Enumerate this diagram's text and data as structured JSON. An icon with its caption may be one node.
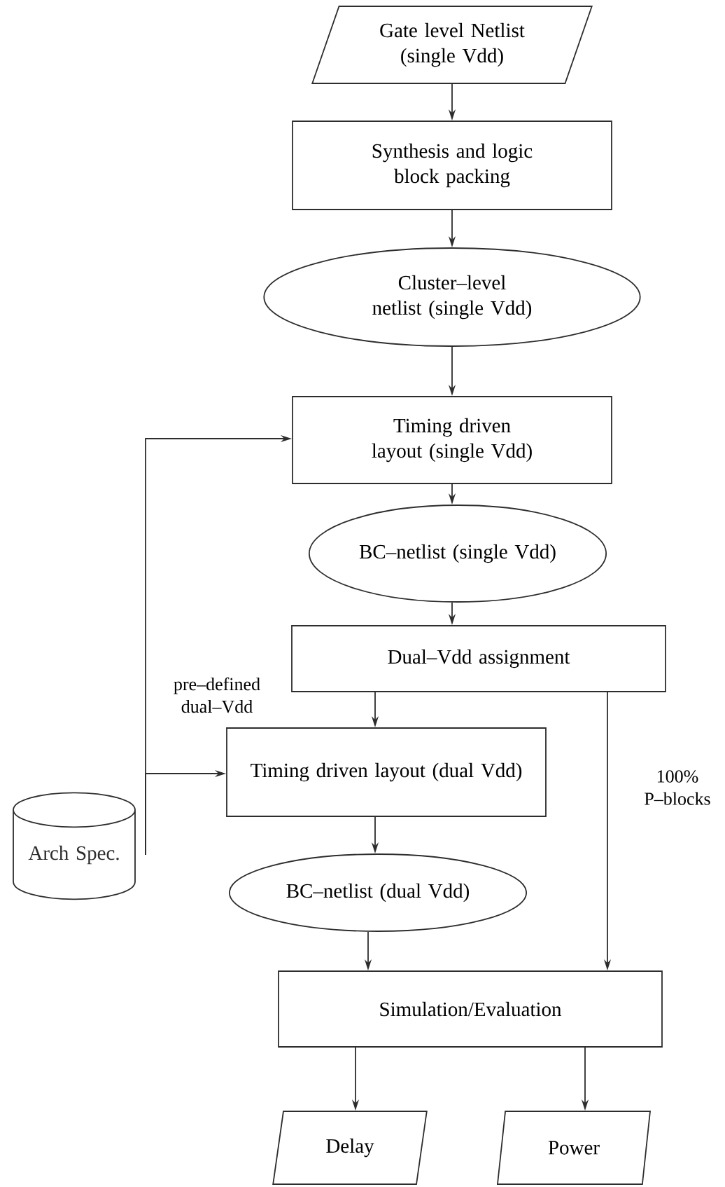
{
  "diagram": {
    "nodes": [
      {
        "text": [
          "Gate level Netlist (single Vdd)"
        ]
      },
      {
        "text": [
          "Synthesis and logic block packing"
        ]
      },
      {
        "text": [
          "Cluster–level netlist (single Vdd)"
        ]
      },
      {
        "text": [
          "Timing driven layout (single Vdd)"
        ]
      },
      {
        "text": [
          "BC–netlist (single Vdd)"
        ]
      },
      {
        "text": [
          "Dual–Vdd assignment"
        ]
      },
      {
        "text": [
          "Timing driven layout (dual Vdd)"
        ]
      },
      {
        "text": [
          "Arch Spec."
        ]
      },
      {
        "text": [
          "BC–netlist (dual Vdd)"
        ]
      },
      {
        "text": [
          "Simulation/Evaluation"
        ]
      },
      {
        "text": [
          "Delay"
        ]
      },
      {
        "text": [
          "Power"
        ]
      }
    ],
    "edges": [
      {
        "from": 0,
        "to": 1,
        "arrow": "to"
      },
      {
        "from": 1,
        "to": 2,
        "arrow": "to"
      },
      {
        "from": 2,
        "to": 3,
        "arrow": "to"
      },
      {
        "from": 3,
        "to": 4,
        "arrow": "to"
      },
      {
        "from": 4,
        "to": 5,
        "arrow": "to"
      },
      {
        "from": 5,
        "to": 6,
        "arrow": "to"
      },
      {
        "from": 6,
        "to": 8,
        "arrow": "to"
      },
      {
        "from": 8,
        "to": 9,
        "arrow": "to"
      },
      {
        "from": 5,
        "to": 9,
        "arrow": "to",
        "label": "100% P–blocks"
      },
      {
        "from": 9,
        "to": 10,
        "arrow": "to"
      },
      {
        "from": 9,
        "to": 11,
        "arrow": "to"
      },
      {
        "from": 7,
        "to": 3,
        "arrow": "to"
      },
      {
        "from": 7,
        "to": 6,
        "arrow": "to",
        "label": "pre–defined dual–Vdd"
      }
    ]
  }
}
